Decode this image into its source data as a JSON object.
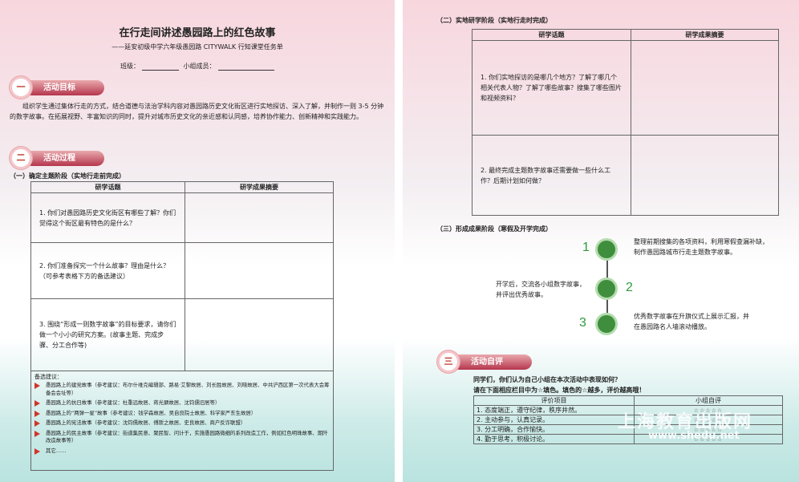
{
  "left": {
    "title": "在行走间讲述愚园路上的红色故事",
    "subtitle": "——延安初级中学六年级愚园路 CITYWALK 行知课堂任务单",
    "class_label": "班级：",
    "group_label": "小组成员：",
    "section1": {
      "num": "一",
      "label": "活动目标"
    },
    "goal_text": "组织学生通过集体行走的方式，结合道德与法治学科内容对愚园路历史文化街区进行实地探访、深入了解，并制作一则 3-5 分钟的数字故事。在拓展视野、丰富知识的同时，提升对城市历史文化的亲近感和认同感，培养协作能力、创新精神和实践能力。",
    "section2": {
      "num": "二",
      "label": "活动过程"
    },
    "stage1": "（一）确定主题阶段（实地行走前完成）",
    "table1": {
      "headers": [
        "研学话题",
        "研学成果摘要"
      ],
      "rows": [
        "1. 你们对愚园路历史文化街区有哪些了解？你们觉得这个街区最有特色的是什么？",
        "2. 你们准备探究一个什么故事？理由是什么？（可参考表格下方的备选建议）",
        "3. 围绕“形成一则数字故事”的目标要求，请你们做一个小小的研究方案。(故事主题、完成步骤、分工合作等)"
      ]
    },
    "suggest": {
      "title": "备选建议：",
      "items": [
        "愚园路上的建党故事（参考建议：布尔什维克编辑部、路易·艾黎故居、刘长胜故居、刘晓故居、中共沪西区第一次代表大会筹备会会址等）",
        "愚园路上的抗日故事（参考建议：杜重远故居、蒋光鼐故居、沈钧儒旧居等）",
        "愚园路上的“两弹一星”故事（参考建议：钱学森故居、吴自良院士故居、科学家严东生故居）",
        "愚园路上的宪法故事（参考建议：沈钧儒故居、傅斯之故居、史良故居、商户反诈联盟）",
        "愚园路上的民主故事（参考建议：街道集民意、聚民智、问计于，实施愚园路微细的系列改造工作，例如红色明珠故事、期阡改造故事等）",
        "其它……"
      ]
    }
  },
  "right": {
    "stage2": "（二）实地研学阶段（实地行走时完成）",
    "table2": {
      "headers": [
        "研学话题",
        "研学成果摘要"
      ],
      "rows": [
        "1. 你们实地探访的是哪几个地方？了解了哪几个相关代表人物？了解了哪些故事？搜集了哪些图片和视频资料？",
        "2. 最终完成主题数字故事还需要做一些什么工作？后期计划如何做？"
      ]
    },
    "stage3": "（三）形成成果阶段（寒假及开学完成）",
    "flow": [
      {
        "num": "1",
        "text": "整理前期搜集的各项资料，利用寒假查漏补缺，制作愚园路城市行走主题数字故事。"
      },
      {
        "num": "2",
        "text": "开学后，交流各小组数字故事，并评出优秀故事。"
      },
      {
        "num": "3",
        "text": "优秀数字故事在升旗仪式上展示汇报，并在愚园路名人墙滚动播放。"
      }
    ],
    "section3": {
      "num": "三",
      "label": "活动自评"
    },
    "eval_q1": "同学们，你们认为自己小组在本次活动中表现如何？",
    "eval_q2": "请在下面相应栏目中为☆填色。填色的☆越多，评价越高哦！",
    "eval_table": {
      "headers": [
        "评价项目",
        "小组自评"
      ],
      "rows": [
        {
          "item": "1. 态度端正，遵守纪律，秩序井然。",
          "stars": "☆☆☆☆☆"
        },
        {
          "item": "2. 主动参与，认真记录。",
          "stars": "☆☆☆☆☆"
        },
        {
          "item": "3. 分工明确，合作愉快。",
          "stars": "☆☆☆☆☆"
        },
        {
          "item": "4. 勤于思考，积极讨论。",
          "stars": "☆☆☆☆☆"
        }
      ]
    },
    "watermark": "上海教育出版网",
    "watermark_url": "www.shedu.net"
  }
}
